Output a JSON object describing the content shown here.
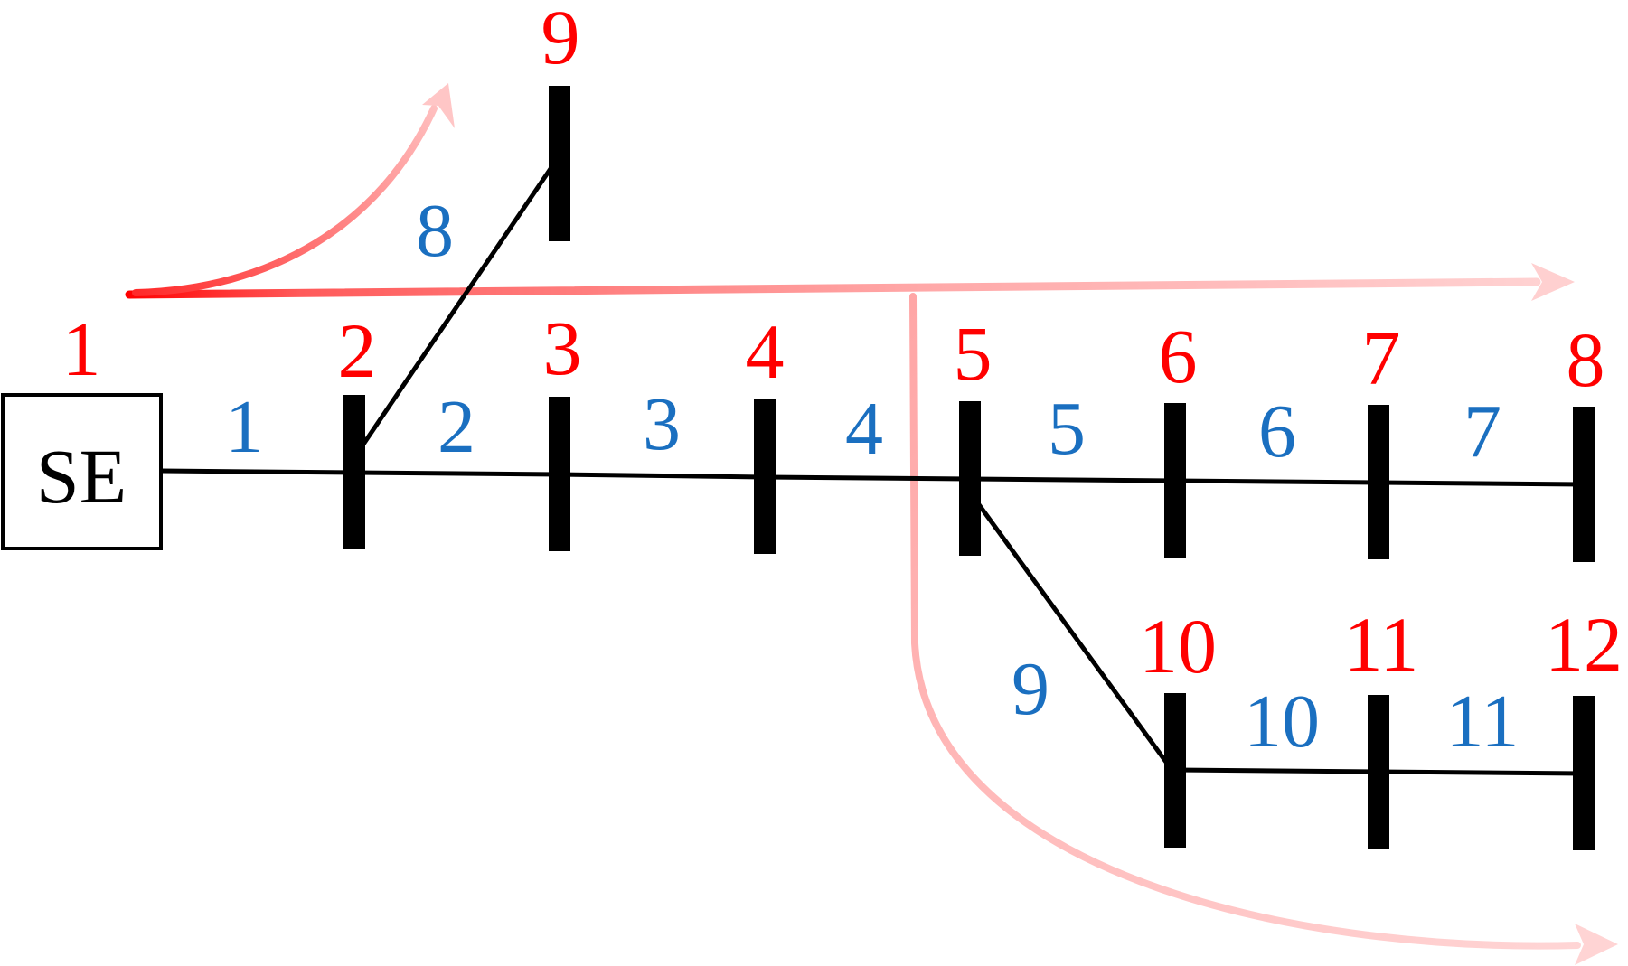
{
  "colors": {
    "node_label": "#ff0000",
    "branch_label": "#1a6fc0",
    "bus": "#000000",
    "line": "#000000",
    "arrow_start": "#ff0000",
    "arrow_end": "#ffd0d0"
  },
  "substation": {
    "label": "SE"
  },
  "nodes": [
    {
      "id": "1",
      "label": "1"
    },
    {
      "id": "2",
      "label": "2"
    },
    {
      "id": "3",
      "label": "3"
    },
    {
      "id": "4",
      "label": "4"
    },
    {
      "id": "5",
      "label": "5"
    },
    {
      "id": "6",
      "label": "6"
    },
    {
      "id": "7",
      "label": "7"
    },
    {
      "id": "8",
      "label": "8"
    },
    {
      "id": "9",
      "label": "9"
    },
    {
      "id": "10",
      "label": "10"
    },
    {
      "id": "11",
      "label": "11"
    },
    {
      "id": "12",
      "label": "12"
    }
  ],
  "branches": [
    {
      "id": "1",
      "label": "1",
      "from": "1",
      "to": "2"
    },
    {
      "id": "2",
      "label": "2",
      "from": "2",
      "to": "3"
    },
    {
      "id": "3",
      "label": "3",
      "from": "3",
      "to": "4"
    },
    {
      "id": "4",
      "label": "4",
      "from": "4",
      "to": "5"
    },
    {
      "id": "5",
      "label": "5",
      "from": "5",
      "to": "6"
    },
    {
      "id": "6",
      "label": "6",
      "from": "6",
      "to": "7"
    },
    {
      "id": "7",
      "label": "7",
      "from": "7",
      "to": "8"
    },
    {
      "id": "8",
      "label": "8",
      "from": "2",
      "to": "9"
    },
    {
      "id": "9",
      "label": "9",
      "from": "5",
      "to": "10"
    },
    {
      "id": "10",
      "label": "10",
      "from": "10",
      "to": "11"
    },
    {
      "id": "11",
      "label": "11",
      "from": "11",
      "to": "12"
    }
  ]
}
